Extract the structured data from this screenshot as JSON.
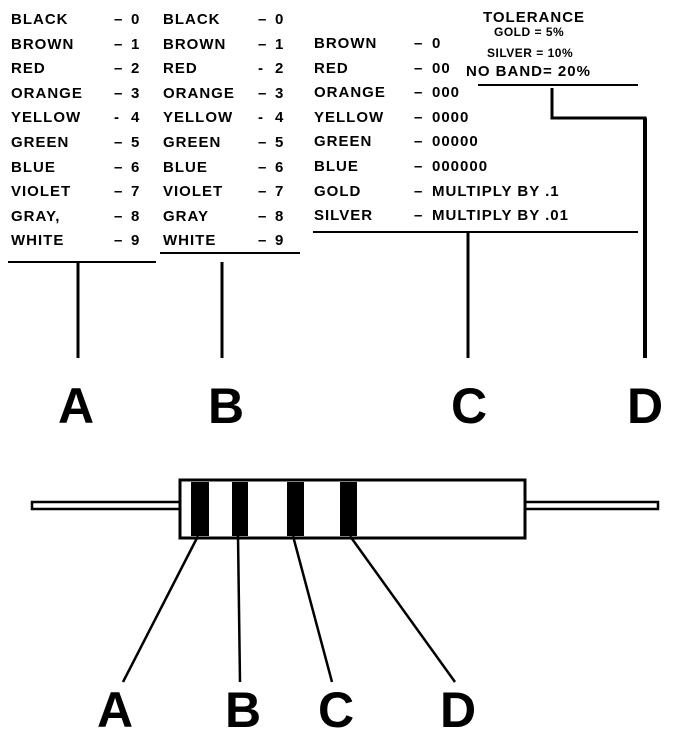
{
  "column_a": {
    "rows": [
      {
        "name": "BLACK",
        "sep": "–",
        "val": "0"
      },
      {
        "name": "BROWN",
        "sep": "–",
        "val": "1"
      },
      {
        "name": "RED",
        "sep": "–",
        "val": "2"
      },
      {
        "name": "ORANGE",
        "sep": "–",
        "val": "3"
      },
      {
        "name": "YELLOW",
        "sep": "-",
        "val": "4"
      },
      {
        "name": "GREEN",
        "sep": "–",
        "val": "5"
      },
      {
        "name": "BLUE",
        "sep": "–",
        "val": "6"
      },
      {
        "name": "VIOLET",
        "sep": "–",
        "val": "7"
      },
      {
        "name": "GRAY,",
        "sep": "–",
        "val": "8"
      },
      {
        "name": "WHITE",
        "sep": "–",
        "val": "9"
      }
    ]
  },
  "column_b": {
    "rows": [
      {
        "name": "BLACK",
        "sep": "–",
        "val": "0"
      },
      {
        "name": "BROWN",
        "sep": "–",
        "val": "1"
      },
      {
        "name": "RED",
        "sep": "-",
        "val": "2"
      },
      {
        "name": "ORANGE",
        "sep": "–",
        "val": "3"
      },
      {
        "name": "YELLOW",
        "sep": "-",
        "val": "4"
      },
      {
        "name": "GREEN",
        "sep": "–",
        "val": "5"
      },
      {
        "name": "BLUE",
        "sep": "–",
        "val": "6"
      },
      {
        "name": "VIOLET",
        "sep": "–",
        "val": "7"
      },
      {
        "name": "GRAY",
        "sep": "–",
        "val": "8"
      },
      {
        "name": "WHITE",
        "sep": "–",
        "val": "9"
      }
    ]
  },
  "column_c": {
    "rows": [
      {
        "name": "BROWN",
        "sep": "–",
        "val": "0"
      },
      {
        "name": "RED",
        "sep": "–",
        "val": "00"
      },
      {
        "name": "ORANGE",
        "sep": "–",
        "val": "000"
      },
      {
        "name": "YELLOW",
        "sep": "–",
        "val": "0000"
      },
      {
        "name": "GREEN",
        "sep": "–",
        "val": "00000"
      },
      {
        "name": "BLUE",
        "sep": "–",
        "val": "000000"
      },
      {
        "name": "GOLD",
        "sep": "–",
        "val": "MULTIPLY BY .1"
      },
      {
        "name": "SILVER",
        "sep": "–",
        "val": "MULTIPLY BY .01"
      }
    ]
  },
  "tolerance": {
    "title": "TOLERANCE",
    "gold": "GOLD = 5%",
    "silver": "SILVER = 10%",
    "no_band": "NO BAND= 20%"
  },
  "band_labels_top": [
    "A",
    "B",
    "C",
    "D"
  ],
  "band_labels_bottom": [
    "A",
    "B",
    "C",
    "D"
  ]
}
